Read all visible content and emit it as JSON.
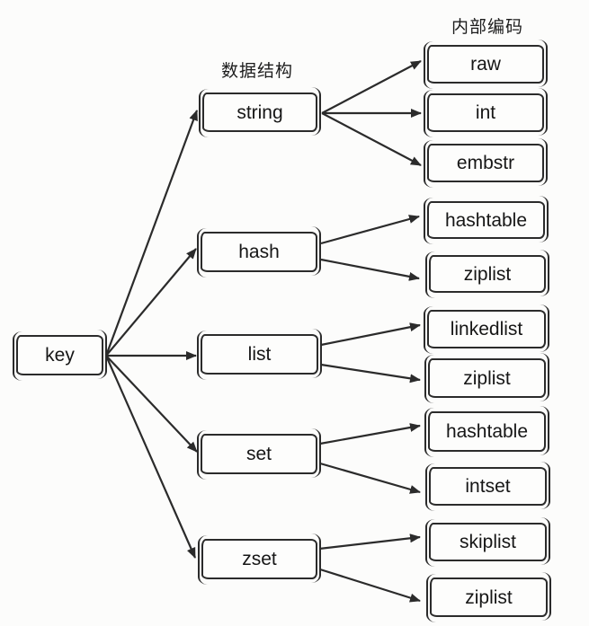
{
  "diagram": {
    "column_labels": {
      "data_structure": "数据结构",
      "internal_encoding": "内部编码"
    },
    "key": {
      "label": "key"
    },
    "types": [
      {
        "label": "string",
        "encodings": [
          "raw",
          "int",
          "embstr"
        ]
      },
      {
        "label": "hash",
        "encodings": [
          "hashtable",
          "ziplist"
        ]
      },
      {
        "label": "list",
        "encodings": [
          "linkedlist",
          "ziplist"
        ]
      },
      {
        "label": "set",
        "encodings": [
          "hashtable",
          "intset"
        ]
      },
      {
        "label": "zset",
        "encodings": [
          "skiplist",
          "ziplist"
        ]
      }
    ],
    "colors": {
      "stroke": "#2b2b2b",
      "text": "#161616",
      "background": "#fcfcfb"
    }
  }
}
